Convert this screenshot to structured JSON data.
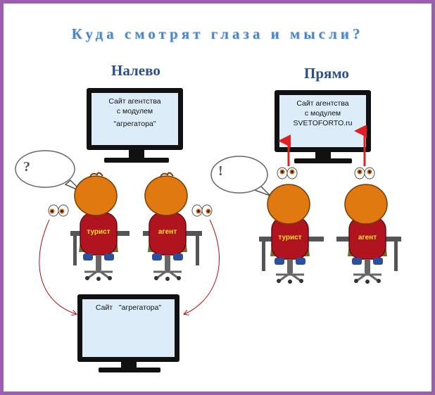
{
  "title": "Куда смотрят глаза и мысли?",
  "left": {
    "heading": "Налево",
    "monitor_top": [
      "Сайт агентства",
      "с модулем",
      "\"агрегатора\""
    ],
    "monitor_bottom": "Сайт   \"агрегатора\"",
    "tourist_label": "турист",
    "agent_label": "агент",
    "bubble_mark": "?"
  },
  "right": {
    "heading": "Прямо",
    "monitor": [
      "Сайт агентства",
      "с модулем",
      "SVETOFORTO.ru"
    ],
    "tourist_label": "турист",
    "agent_label": "агент",
    "bubble_mark": "!"
  },
  "colors": {
    "frame": "#9b5fb0",
    "title": "#4a86cc",
    "heading": "#2b4f8a",
    "screen": "#dcecf8",
    "hair": "#e07a10",
    "shirt": "#b0141e",
    "label": "#f4e12a",
    "arrow_left": "#b01010",
    "arrow_right": "#e02020"
  }
}
